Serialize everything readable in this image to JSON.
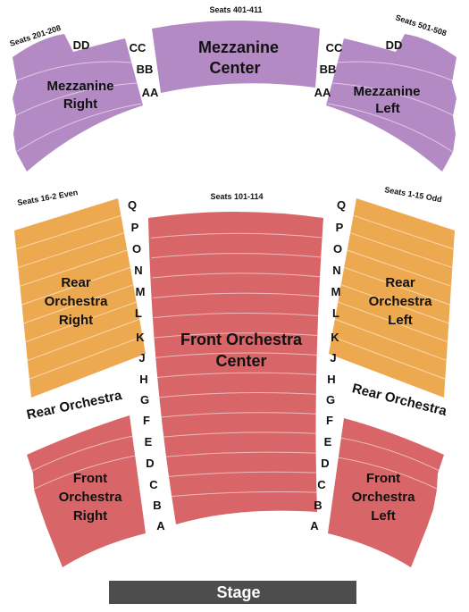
{
  "colors": {
    "mezzanine": "#b48ac4",
    "rear_orchestra": "#eda94f",
    "front_orchestra": "#d86568",
    "stage": "#4d4d4d"
  },
  "mezzanine": {
    "center": {
      "line1": "Mezzanine",
      "line2": "Center",
      "seats": "Seats 401-411"
    },
    "right": {
      "line1": "Mezzanine",
      "line2": "Right",
      "seats": "Seats 201-208"
    },
    "left": {
      "line1": "Mezzanine",
      "line2": "Left",
      "seats": "Seats 501-508"
    },
    "rows_left_side": [
      "CC",
      "BB",
      "AA"
    ],
    "rows_right_side": [
      "CC",
      "BB",
      "AA"
    ],
    "dd_left": "DD",
    "dd_right": "DD"
  },
  "orchestra": {
    "front_center": {
      "line1": "Front Orchestra",
      "line2": "Center",
      "seats": "Seats 101-114"
    },
    "rear_right": {
      "line1": "Rear",
      "line2": "Orchestra",
      "line3": "Right",
      "seats": "Seats 16-2 Even"
    },
    "rear_left": {
      "line1": "Rear",
      "line2": "Orchestra",
      "line3": "Left",
      "seats": "Seats 1-15 Odd"
    },
    "front_right": {
      "line1": "Front",
      "line2": "Orchestra",
      "line3": "Right"
    },
    "front_left": {
      "line1": "Front",
      "line2": "Orchestra",
      "line3": "Left"
    },
    "rear_caption_left": "Rear Orchestra",
    "rear_caption_right": "Rear Orchestra",
    "rows": [
      "Q",
      "P",
      "O",
      "N",
      "M",
      "L",
      "K",
      "J",
      "H",
      "G",
      "F",
      "E",
      "D",
      "C",
      "B",
      "A"
    ]
  },
  "stage": {
    "label": "Stage"
  }
}
